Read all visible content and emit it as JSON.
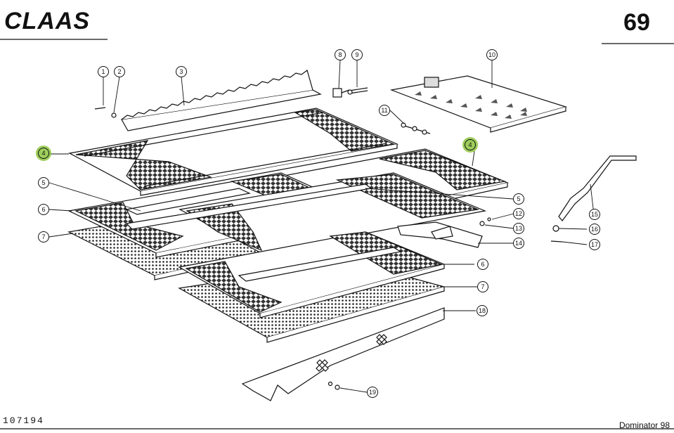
{
  "header": {
    "brand": "CLAAS",
    "page_number": "69"
  },
  "footer": {
    "doc_id": "107194",
    "model": "Dominator 98"
  },
  "colors": {
    "line": "#111111",
    "highlight": "#8dc63f"
  },
  "callouts": {
    "c1": "1",
    "c2": "2",
    "c3": "3",
    "c4a": "4",
    "c4b": "4",
    "c5a": "5",
    "c5b": "5",
    "c6a": "6",
    "c6b": "6",
    "c7a": "7",
    "c7b": "7",
    "c8": "8",
    "c9": "9",
    "c10": "10",
    "c11": "11",
    "c12": "12",
    "c13": "13",
    "c14": "14",
    "c15": "15",
    "c16": "16",
    "c17": "17",
    "c18": "18",
    "c19": "19"
  },
  "highlighted_callouts": [
    "c4a",
    "c4b"
  ]
}
